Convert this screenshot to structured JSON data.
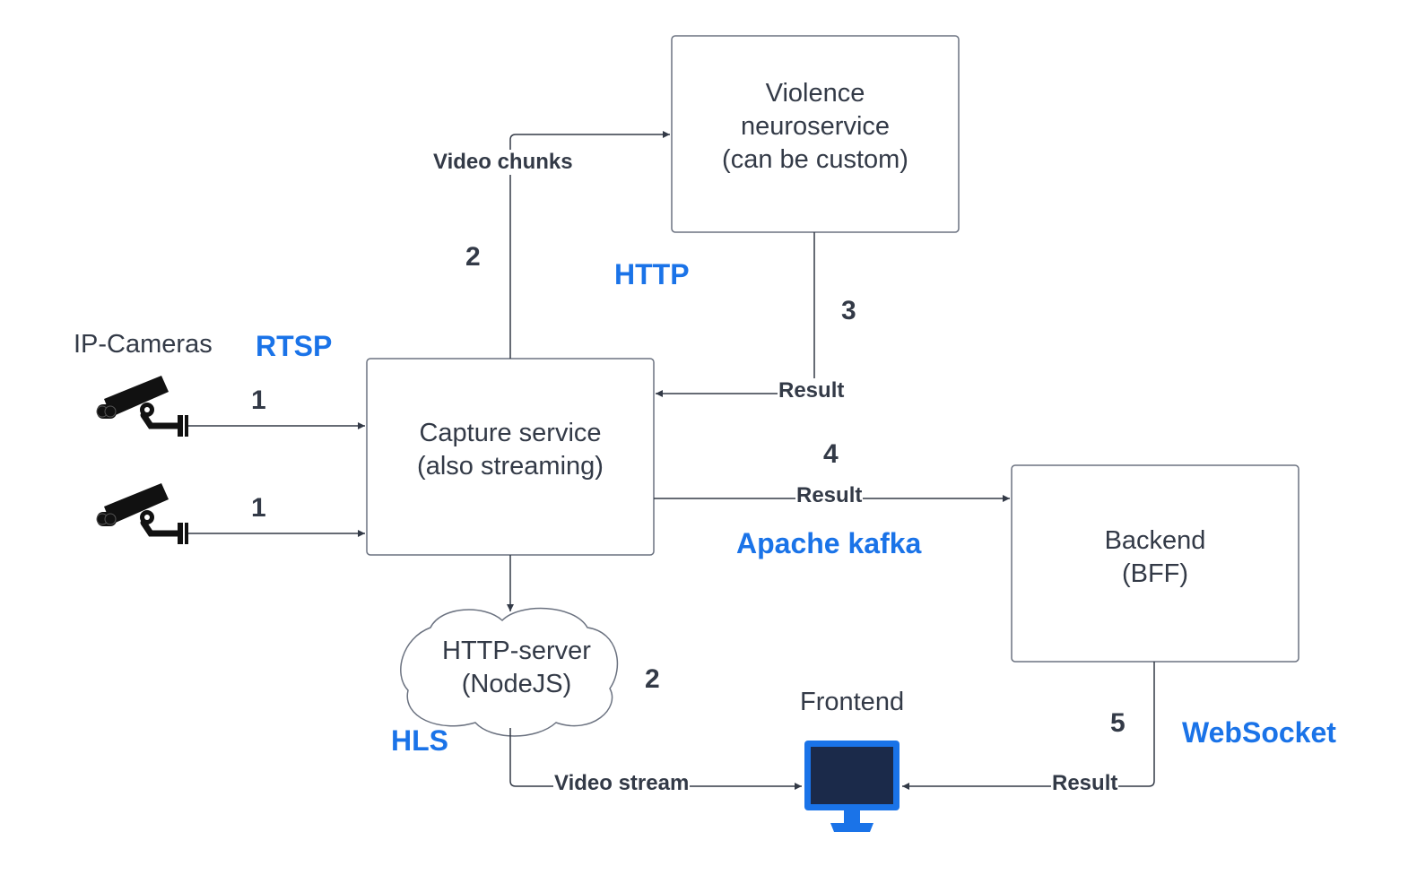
{
  "nodes": {
    "violence_service": {
      "lines": [
        "Violence",
        "neuroservice",
        "(can be custom)"
      ]
    },
    "capture_service": {
      "lines": [
        "Capture service",
        "(also streaming)"
      ]
    },
    "backend": {
      "lines": [
        "Backend",
        "(BFF)"
      ]
    },
    "http_server": {
      "lines": [
        "HTTP-server",
        "(NodeJS)"
      ]
    },
    "frontend": {
      "label": "Frontend"
    },
    "ip_cameras": {
      "label": "IP-Cameras"
    }
  },
  "protocols": {
    "rtsp": "RTSP",
    "http": "HTTP",
    "kafka": "Apache kafka",
    "hls": "HLS",
    "websocket": "WebSocket"
  },
  "steps": {
    "camera1": "1",
    "camera2": "1",
    "video_chunks": "2",
    "result_neuro": "3",
    "result_kafka": "4",
    "hls_stream": "2",
    "websocket_result": "5"
  },
  "edges": {
    "video_chunks": "Video chunks",
    "result_neuro": "Result",
    "result_kafka": "Result",
    "video_stream": "Video stream",
    "result_ws": "Result"
  },
  "colors": {
    "line": "#333a47",
    "box_border": "#6b7280",
    "protocol": "#1a73e8",
    "monitor_frame": "#1a73e8",
    "monitor_screen": "#1b2a4a"
  },
  "icons": {
    "camera": "security-camera-icon",
    "monitor": "monitor-icon"
  }
}
